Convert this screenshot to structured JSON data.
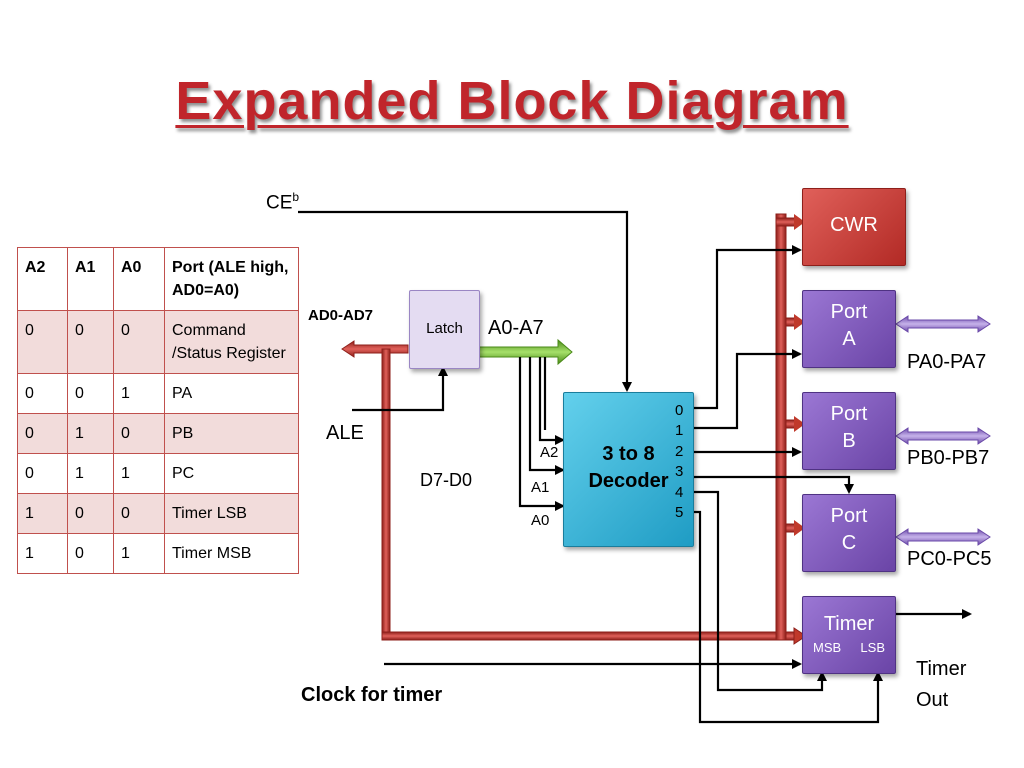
{
  "title": "Expanded Block Diagram",
  "table": {
    "headers": [
      "A2",
      "A1",
      "A0",
      "Port  (ALE high, AD0=A0)"
    ],
    "rows": [
      [
        "0",
        "0",
        "0",
        "Command /Status Register"
      ],
      [
        "0",
        "0",
        "1",
        "PA"
      ],
      [
        "0",
        "1",
        "0",
        "PB"
      ],
      [
        "0",
        "1",
        "1",
        "PC"
      ],
      [
        "1",
        "0",
        "0",
        "Timer LSB"
      ],
      [
        "1",
        "0",
        "1",
        "Timer MSB"
      ]
    ]
  },
  "labels": {
    "ce": "CE",
    "ce_sup": "b",
    "ad_bus": "AD0-AD7",
    "ale": "ALE",
    "a_bus": "A0-A7",
    "d_bus": "D7-D0",
    "a2": "A2",
    "a1": "A1",
    "a0": "A0",
    "clock": "Clock for timer",
    "pa_pins": "PA0-PA7",
    "pb_pins": "PB0-PB7",
    "pc_pins": "PC0-PC5",
    "timer_out_1": "Timer",
    "timer_out_2": "Out"
  },
  "blocks": {
    "latch": "Latch",
    "decoder_1": "3 to 8",
    "decoder_2": "Decoder",
    "decoder_outputs": [
      "0",
      "1",
      "2",
      "3",
      "4",
      "5"
    ],
    "cwr": "CWR",
    "port_a_1": "Port",
    "port_a_2": "A",
    "port_b_1": "Port",
    "port_b_2": "B",
    "port_c_1": "Port",
    "port_c_2": "C",
    "timer": "Timer",
    "timer_msb": "MSB",
    "timer_lsb": "LSB"
  },
  "colors": {
    "title": "#c0252b",
    "bus_red": "#c0392b",
    "bus_green": "#6ab023",
    "bus_purple": "#8e6cc9",
    "latch": "#e4dcf2",
    "decoder": "#2bb0d6",
    "cwr": "#c0302e",
    "port": "#7a52b3",
    "table_border": "#c0504d",
    "table_stripe": "#f2dcdb"
  }
}
